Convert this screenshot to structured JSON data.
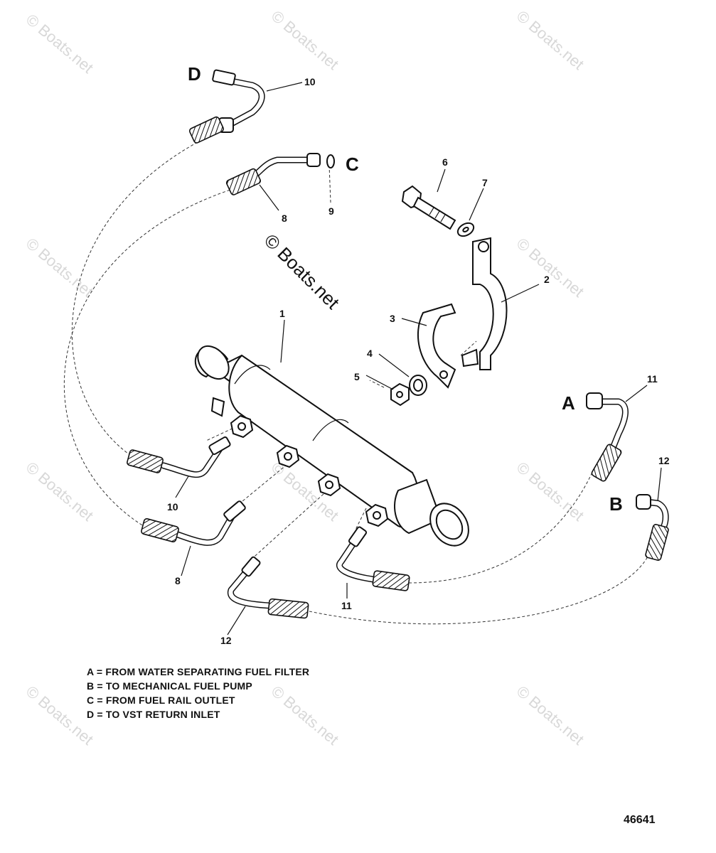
{
  "watermark": {
    "text": "© Boats.net",
    "main_text": "© Boats.net"
  },
  "callouts": {
    "n1": "1",
    "n2": "2",
    "n3": "3",
    "n4": "4",
    "n5": "5",
    "n6": "6",
    "n7": "7",
    "n8_top": "8",
    "n9": "9",
    "n10_top": "10",
    "n10_bottom": "10",
    "n8_bottom": "8",
    "n11_bottom": "11",
    "n12_bottom": "12",
    "n11_right": "11",
    "n12_right": "12"
  },
  "letters": {
    "a": "A",
    "b": "B",
    "c": "C",
    "d": "D"
  },
  "legend": [
    "A = FROM WATER SEPARATING FUEL FILTER",
    "B = TO MECHANICAL FUEL PUMP",
    "C = FROM FUEL RAIL OUTLET",
    "D = TO VST RETURN INLET"
  ],
  "figure_number": "46641"
}
